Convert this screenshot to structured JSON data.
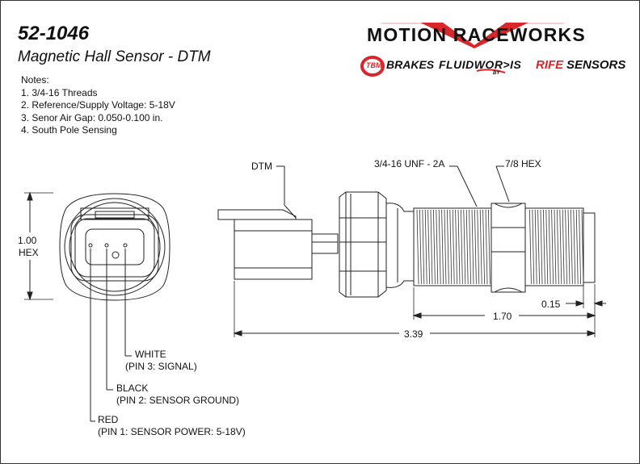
{
  "header": {
    "part_number": "52-1046",
    "title": "Magnetic Hall Sensor - DTM"
  },
  "notes": {
    "heading": "Notes:",
    "items": [
      "1. 3/4-16 Threads",
      "2. Reference/Supply Voltage: 5-18V",
      "3. Senor Air Gap: 0.050-0.100 in.",
      "4. South Pole Sensing"
    ]
  },
  "brand": {
    "main_logo": "MOTION RACEWORKS",
    "sub_logos": {
      "tbm_badge": "TBM",
      "tbm_text": "BRAKES",
      "fluidworks": "FLUIDWOR>IS",
      "fluidworks_by": "BY",
      "rife_text": "RIFE",
      "sensors_text": "SENSORS"
    },
    "colors": {
      "accent": "#d8262a",
      "dark": "#111111"
    }
  },
  "front_view": {
    "hex_dim_value": "1.00",
    "hex_dim_unit": "HEX",
    "pins": {
      "white": "WHITE",
      "white_desc": "(PIN 3: SIGNAL)",
      "black": "BLACK",
      "black_desc": "(PIN 2: SENSOR GROUND)",
      "red": "RED",
      "red_desc": "(PIN 1: SENSOR POWER: 5-18V)"
    }
  },
  "side_view": {
    "dtm_label": "DTM",
    "thread_label": "3/4-16 UNF - 2A",
    "hex_label": "7/8 HEX",
    "dim_tip": "0.15",
    "dim_thread": "1.70",
    "dim_overall": "3.39"
  }
}
